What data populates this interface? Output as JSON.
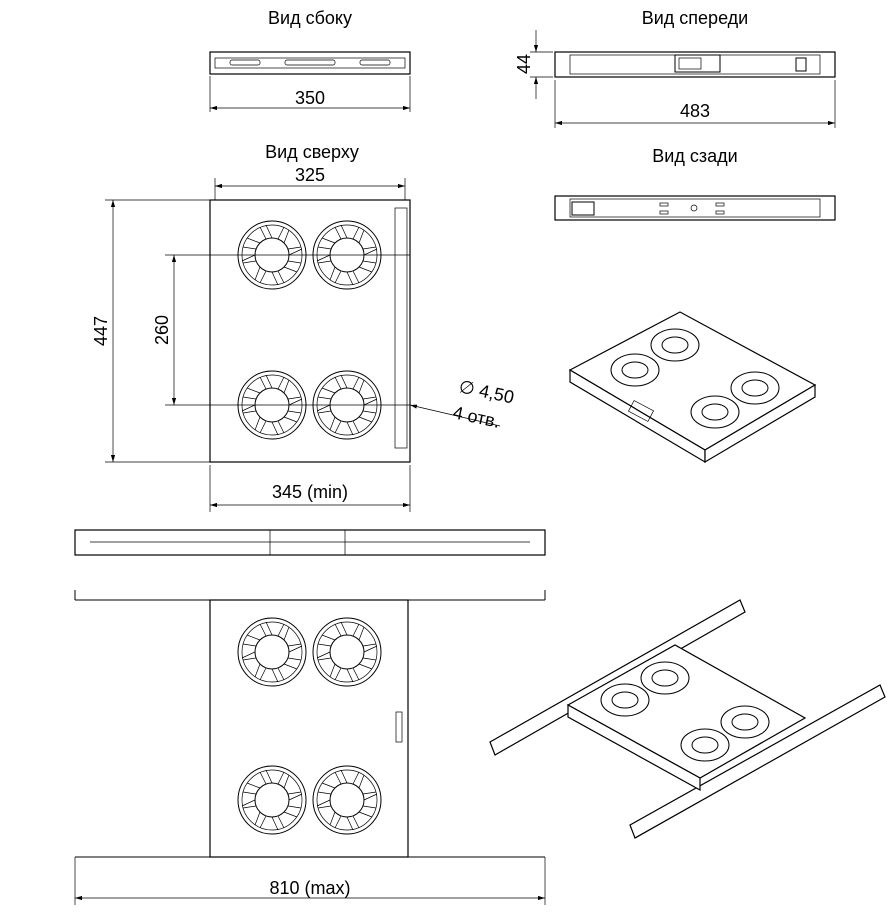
{
  "views": {
    "side": "Вид сбоку",
    "front": "Вид спереди",
    "top": "Вид сверху",
    "back": "Вид сзади"
  },
  "dimensions": {
    "side_width": "350",
    "front_height": "44",
    "front_width": "483",
    "top_inner_width": "325",
    "top_depth": "447",
    "fan_spacing": "260",
    "hole_diameter": "∅ 4,50",
    "hole_count": "4 отв.",
    "min_width": "345 (min)",
    "max_width": "810 (max)"
  }
}
